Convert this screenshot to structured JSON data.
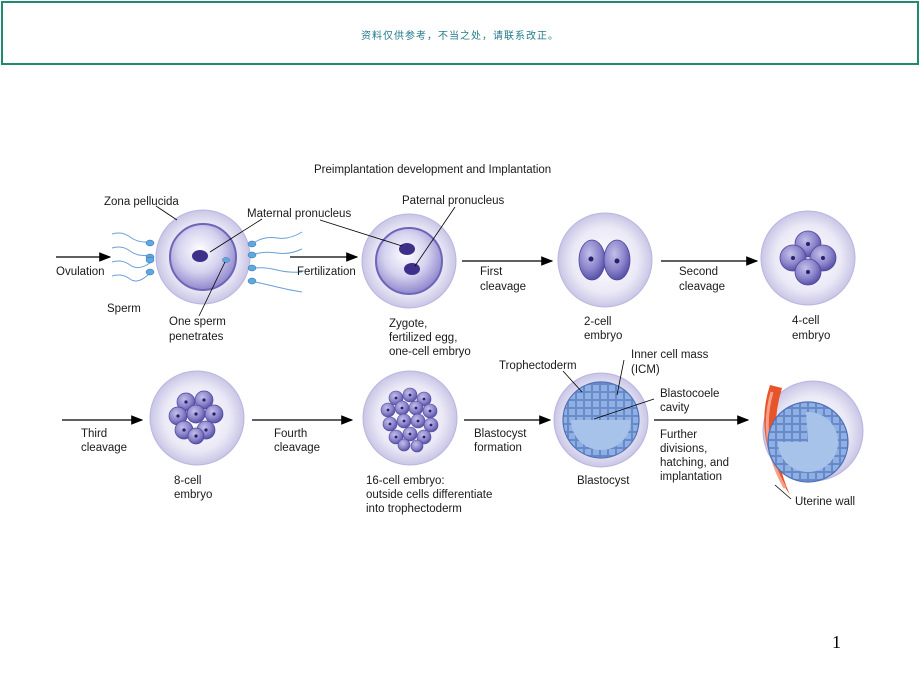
{
  "banner": {
    "text": "资料仅供参考，不当之处，请联系改正。"
  },
  "diagram": {
    "title": "Preimplantation development and Implantation",
    "labels": {
      "zona_pellucida": "Zona pellucida",
      "maternal_pronucleus": "Maternal pronucleus",
      "paternal_pronucleus": "Paternal pronucleus",
      "ovulation": "Ovulation",
      "fertilization": "Fertilization",
      "sperm": "Sperm",
      "one_sperm": [
        "One sperm",
        "penetrates"
      ],
      "zygote": [
        "Zygote,",
        "fertilized egg,",
        "one-cell embryo"
      ],
      "first_cleavage": [
        "First",
        "cleavage"
      ],
      "two_cell": [
        "2-cell",
        "embryo"
      ],
      "second_cleavage": [
        "Second",
        "cleavage"
      ],
      "four_cell": [
        "4-cell",
        "embryo"
      ],
      "third_cleavage": [
        "Third",
        "cleavage"
      ],
      "eight_cell": [
        "8-cell",
        "embryo"
      ],
      "fourth_cleavage": [
        "Fourth",
        "cleavage"
      ],
      "sixteen_cell": [
        "16-cell embryo:",
        "outside cells differentiate",
        "into trophectoderm"
      ],
      "trophectoderm": "Trophectoderm",
      "icm": [
        "Inner cell mass",
        "(ICM)"
      ],
      "blastocoele": [
        "Blastocoele",
        "cavity"
      ],
      "blastocyst_formation": [
        "Blastocyst",
        "formation"
      ],
      "blastocyst": "Blastocyst",
      "further": [
        "Further",
        "divisions,",
        "hatching, and",
        "implantation"
      ],
      "uterine_wall": "Uterine wall"
    }
  },
  "page_number": "1",
  "colors": {
    "banner_border": "#1f8a6e",
    "outer": "#d8d6ee",
    "cell": "#7d76c4",
    "nucleus": "#3d2f8a",
    "uterine": "#e8542a"
  }
}
